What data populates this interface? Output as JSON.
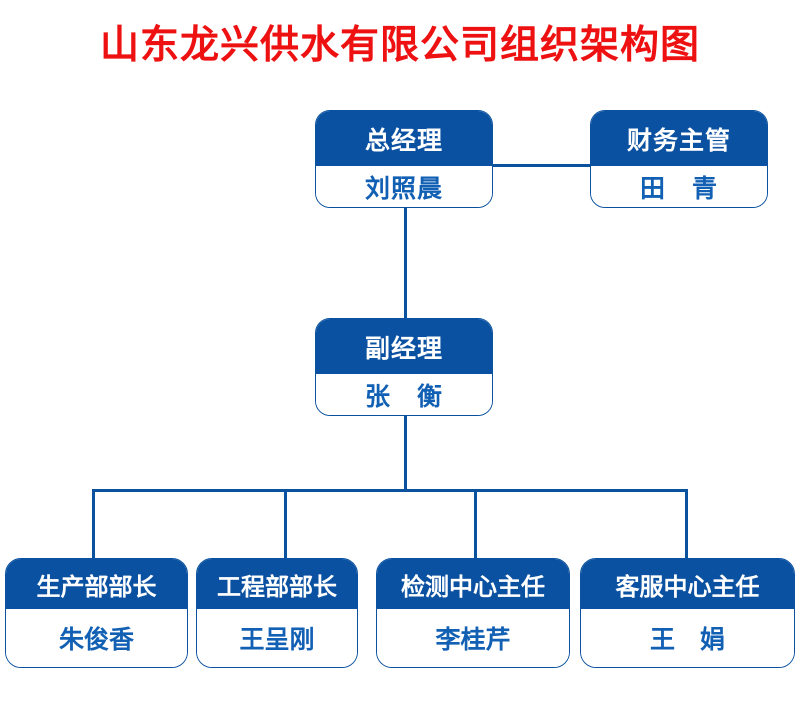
{
  "title": "山东龙兴供水有限公司组织架构图",
  "colors": {
    "title_red": "#ee1111",
    "node_header_blue": "#0b51a1",
    "node_border_blue": "#0a52a0",
    "node_name_text_blue": "#1260b4",
    "connector_blue": "#0a52a0",
    "background": "#ffffff"
  },
  "nodes": {
    "general_manager": {
      "title": "总经理",
      "name": "刘照晨"
    },
    "finance_supervisor": {
      "title": "财务主管",
      "name": "田　青"
    },
    "deputy_manager": {
      "title": "副经理",
      "name": "张　衡"
    },
    "production_head": {
      "title": "生产部部长",
      "name": "朱俊香"
    },
    "engineering_head": {
      "title": "工程部部长",
      "name": "王呈刚"
    },
    "testing_center_director": {
      "title": "检测中心主任",
      "name": "李桂芹"
    },
    "service_center_director": {
      "title": "客服中心主任",
      "name": "王　娟"
    }
  }
}
